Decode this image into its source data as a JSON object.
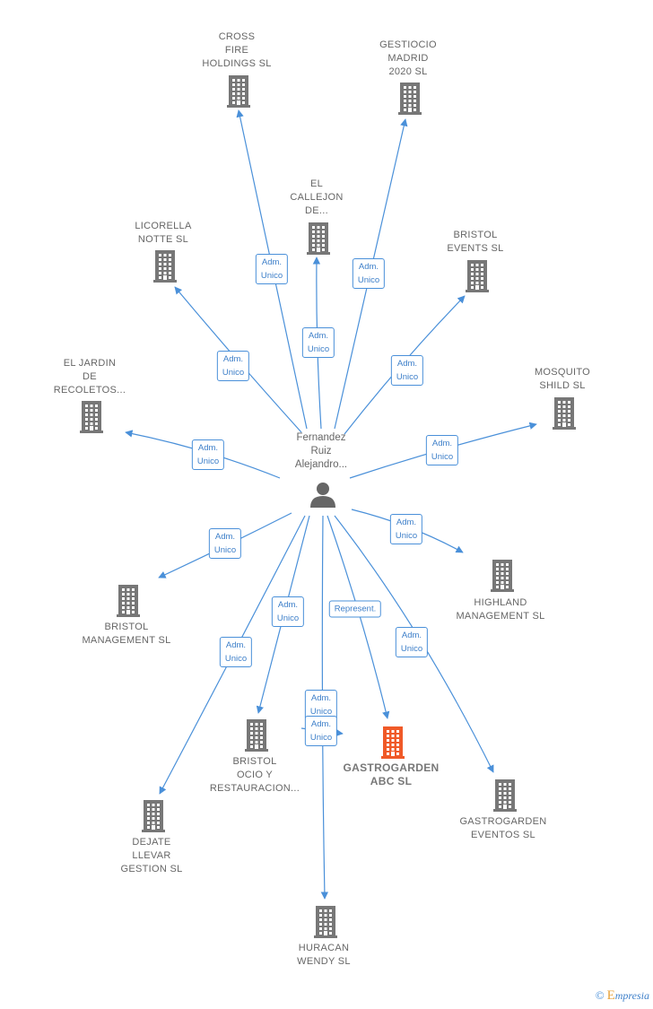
{
  "center": {
    "name": "Fernandez\nRuiz\nAlejandro...",
    "icon": "person-icon"
  },
  "colors": {
    "edge": "#4a90d9",
    "company": "#777777",
    "highlight": "#f05a28",
    "person": "#666666"
  },
  "companies": [
    {
      "id": "cross-fire",
      "label": "CROSS\nFIRE\nHOLDINGS  SL"
    },
    {
      "id": "gestiocio",
      "label": "GESTIOCIO\nMADRID\n2020  SL"
    },
    {
      "id": "el-callejon",
      "label": "EL\nCALLEJON\nDE..."
    },
    {
      "id": "licorella",
      "label": "LICORELLA\nNOTTE SL"
    },
    {
      "id": "bristol-events",
      "label": "BRISTOL\nEVENTS SL"
    },
    {
      "id": "el-jardin",
      "label": "EL JARDIN\nDE\nRECOLETOS..."
    },
    {
      "id": "mosquito",
      "label": "MOSQUITO\nSHILD  SL"
    },
    {
      "id": "bristol-mgmt",
      "label": "BRISTOL\nMANAGEMENT SL"
    },
    {
      "id": "highland",
      "label": "HIGHLAND\nMANAGEMENT SL"
    },
    {
      "id": "bristol-ocio",
      "label": "BRISTOL\nOCIO Y\nRESTAURACION..."
    },
    {
      "id": "gastrogarden-abc",
      "label": "GASTROGARDEN\nABC  SL",
      "highlight": true
    },
    {
      "id": "gastrogarden-eventos",
      "label": "GASTROGARDEN\nEVENTOS  SL"
    },
    {
      "id": "dejate",
      "label": "DEJATE\nLLEVAR\nGESTION  SL"
    },
    {
      "id": "huracan",
      "label": "HURACAN\nWENDY  SL"
    }
  ],
  "relations": [
    {
      "to": "cross-fire",
      "label": "Adm.\nUnico"
    },
    {
      "to": "gestiocio",
      "label": "Adm.\nUnico"
    },
    {
      "to": "el-callejon",
      "label": "Adm.\nUnico"
    },
    {
      "to": "licorella",
      "label": "Adm.\nUnico"
    },
    {
      "to": "bristol-events",
      "label": "Adm.\nUnico"
    },
    {
      "to": "el-jardin",
      "label": "Adm.\nUnico"
    },
    {
      "to": "mosquito",
      "label": "Adm.\nUnico"
    },
    {
      "to": "bristol-mgmt",
      "label": "Adm.\nUnico"
    },
    {
      "to": "highland",
      "label": "Adm.\nUnico"
    },
    {
      "to": "bristol-ocio",
      "label": "Adm.\nUnico"
    },
    {
      "to": "gastrogarden-abc",
      "label": "Represent."
    },
    {
      "to": "gastrogarden-eventos",
      "label": "Adm.\nUnico"
    },
    {
      "to": "dejate",
      "label": "Adm.\nUnico"
    },
    {
      "to": "huracan",
      "label": "Adm.\nUnico"
    },
    {
      "to": "huracan",
      "label": "Adm.\nUnico"
    }
  ],
  "footer": {
    "copyright": "©",
    "brand_initial": "E",
    "brand_rest": "mpresia"
  }
}
